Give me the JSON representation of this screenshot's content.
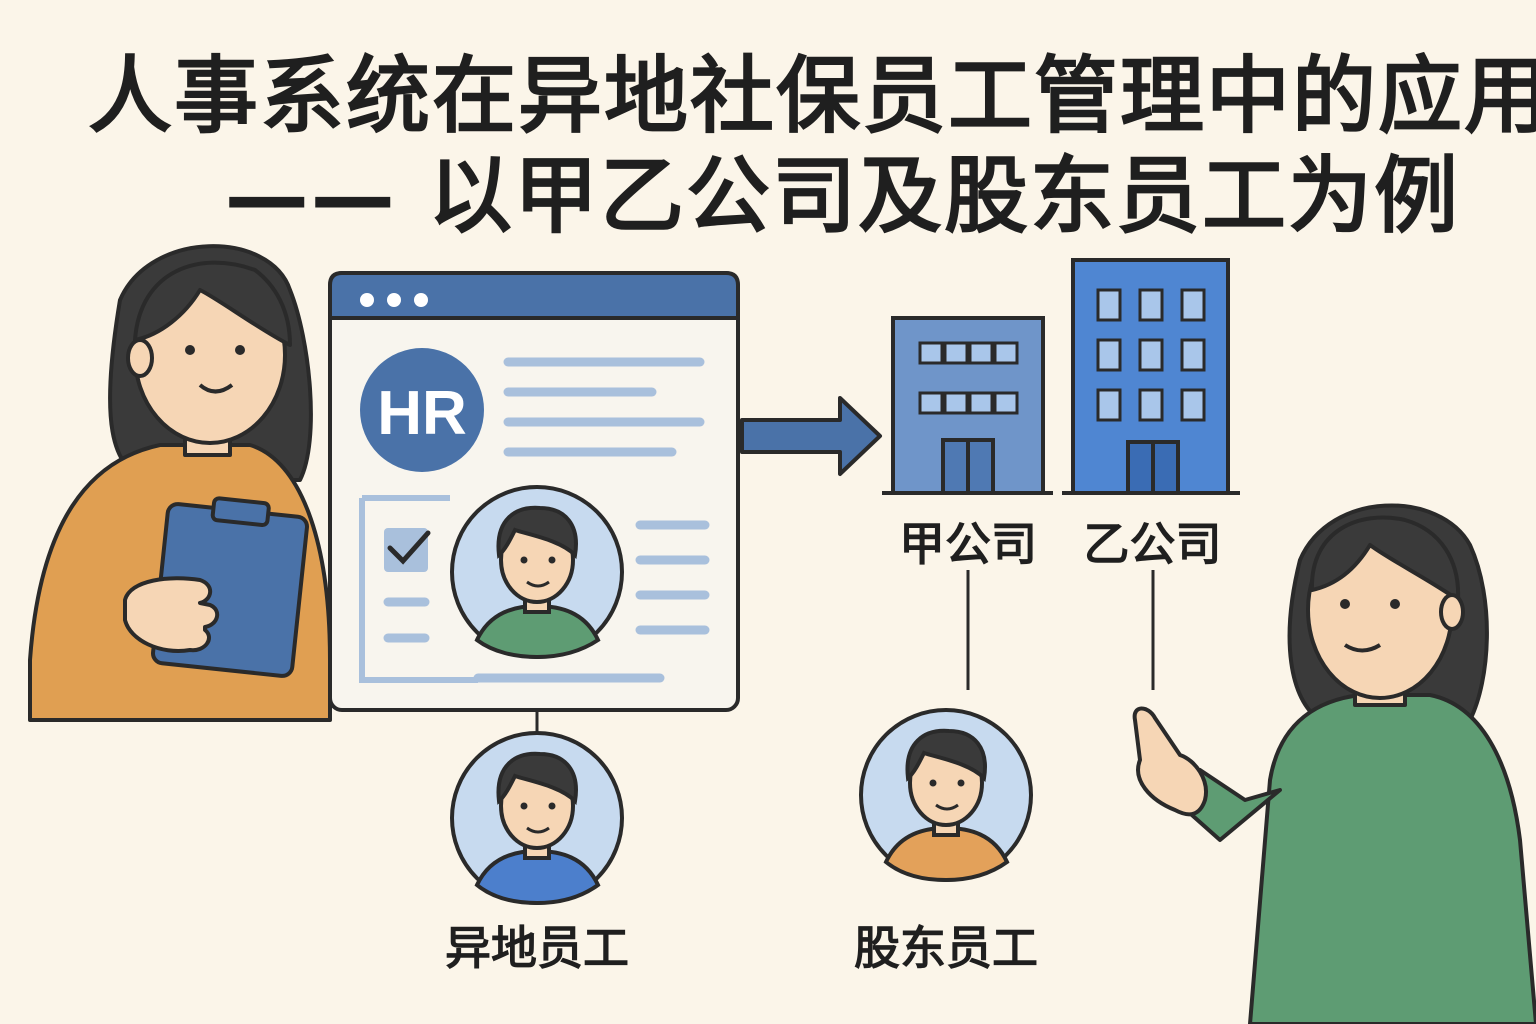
{
  "title": {
    "line1": "人事系统在异地社保员工管理中的应用",
    "line2": "—— 以甲乙公司及股东员工为例"
  },
  "hr_window": {
    "badge_text": "HR"
  },
  "companies": [
    {
      "name": "甲公司",
      "color": "#6f95c9"
    },
    {
      "name": "乙公司",
      "color": "#4f86d2"
    }
  ],
  "employees": {
    "remote": {
      "label": "异地员工",
      "shirt_color": "#4c7fcc"
    },
    "shareholder": {
      "label": "股东员工",
      "shirt_color": "#e3a15a"
    }
  },
  "colors": {
    "background": "#fbf5e9",
    "accent_blue": "#4a72a8",
    "hr_woman_top": "#e09f52",
    "presenter_top": "#5e9c73",
    "outline": "#2a2a2a"
  }
}
